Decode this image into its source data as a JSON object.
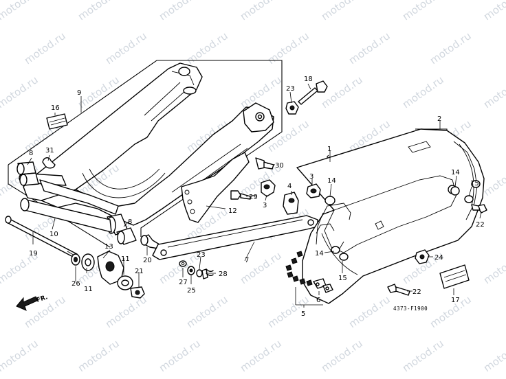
{
  "diagram": {
    "watermark": "motod.ru",
    "figure_code": "4373-F1900",
    "front_arrow_label": "FR.",
    "callouts": {
      "c1": "1",
      "c2": "2",
      "c3a": "3",
      "c3b": "3",
      "c4": "4",
      "c5": "5",
      "c6": "6",
      "c7": "7",
      "c8a": "8",
      "c8b": "8",
      "c9": "9",
      "c10": "10",
      "c11a": "11",
      "c11b": "11",
      "c12": "12",
      "c13": "13",
      "c14a": "14",
      "c14b": "14",
      "c14c": "14",
      "c15a": "15",
      "c15b": "15",
      "c16": "16",
      "c17": "17",
      "c18": "18",
      "c19": "19",
      "c20": "20",
      "c21": "21",
      "c22a": "22",
      "c22b": "22",
      "c23a": "23",
      "c23b": "23",
      "c24": "24",
      "c25": "25",
      "c26": "26",
      "c27": "27",
      "c28": "28",
      "c29": "29",
      "c30": "30",
      "c31": "31"
    }
  }
}
